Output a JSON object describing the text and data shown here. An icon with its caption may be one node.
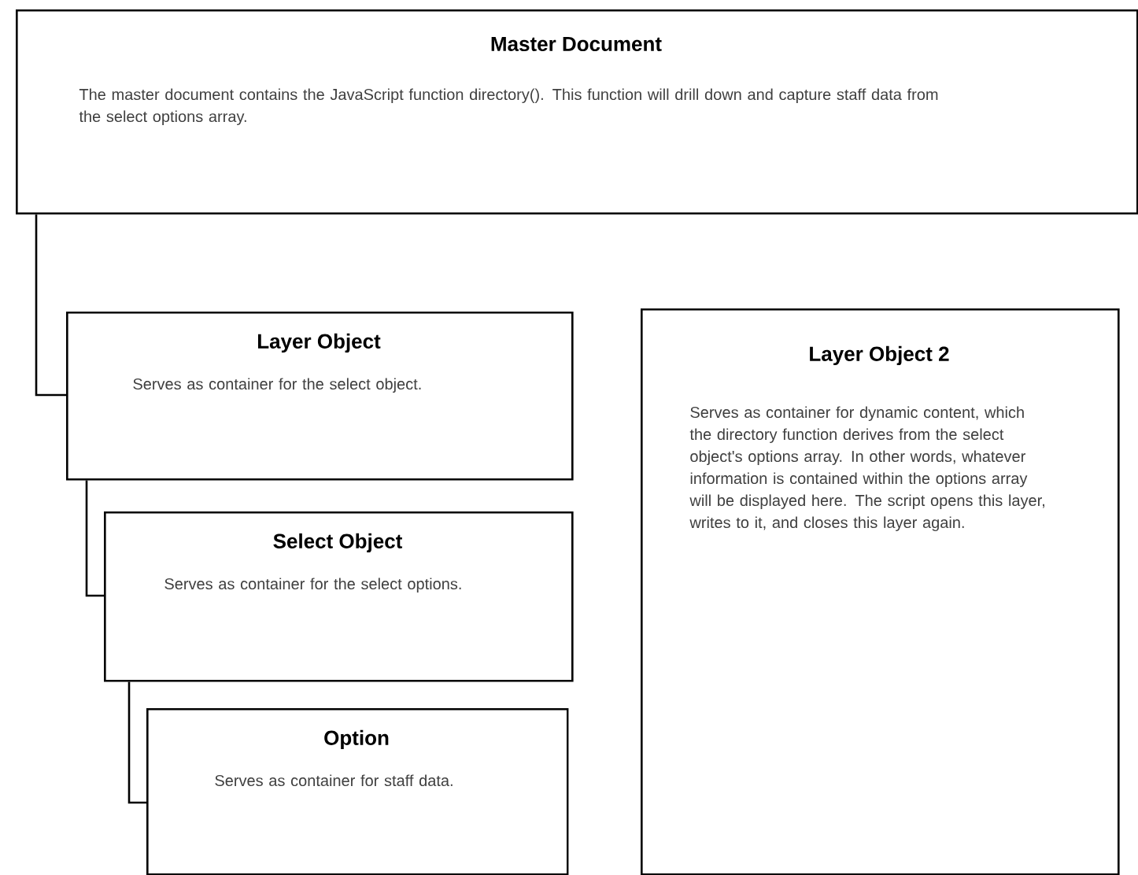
{
  "diagram": {
    "nodes": [
      {
        "text": [
          "Master Document",
          "The master document contains the JavaScript function directory(). This function will drill down and capture staff data from the select options array."
        ]
      },
      {
        "text": [
          "Layer Object",
          "Serves as container for the select object."
        ]
      },
      {
        "text": [
          "Select Object",
          "Serves as container for the select options."
        ]
      },
      {
        "text": [
          "Option",
          "Serves as container for staff data."
        ]
      },
      {
        "text": [
          "Layer Object 2",
          "Serves as container for dynamic content, which the directory function derives from the select object's options array. In other words, whatever information is contained within the options array will be displayed here. The script opens this layer, writes to it, and closes this layer again."
        ]
      }
    ],
    "edges": [
      {
        "from": 0,
        "to": 1,
        "arrow": "none"
      },
      {
        "from": 1,
        "to": 2,
        "arrow": "none"
      },
      {
        "from": 2,
        "to": 3,
        "arrow": "none"
      }
    ]
  }
}
